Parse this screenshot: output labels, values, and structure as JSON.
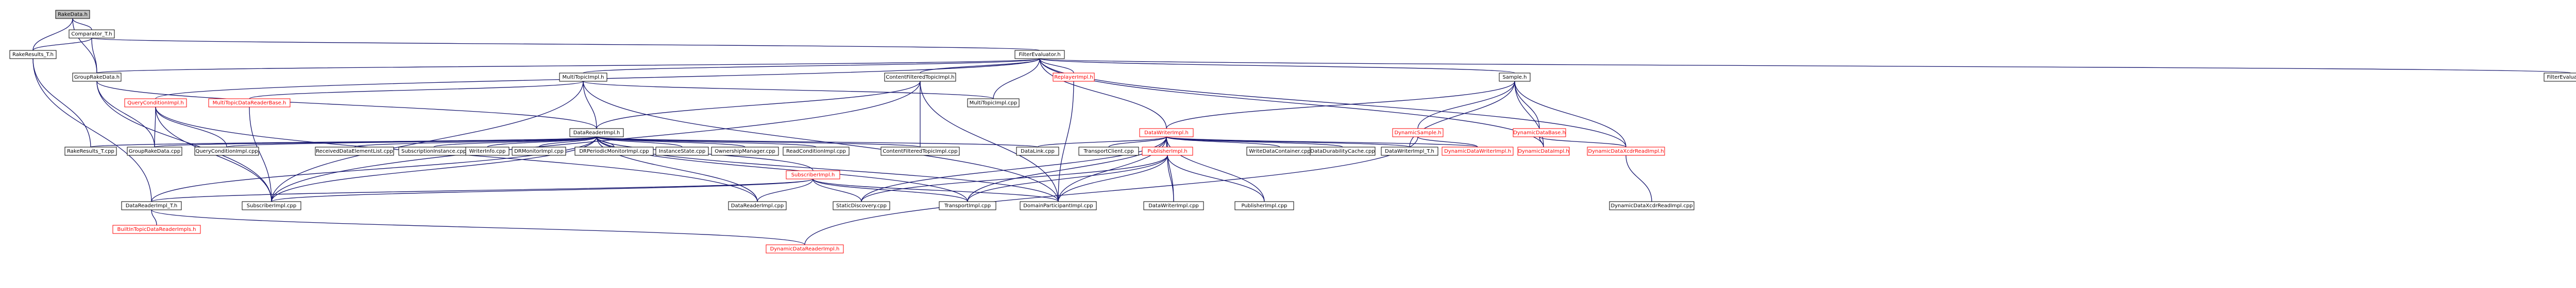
{
  "title": "RakeData.h",
  "colors": {
    "edge": "#191970",
    "node_border": "#000000",
    "node_fill": "#ffffff",
    "root_fill": "#bfbfbf",
    "not_documented": "#ff0000"
  },
  "nodes": [
    {
      "id": "rakedata_h",
      "label": "RakeData.h",
      "root": true
    },
    {
      "id": "comparator_t_h",
      "label": "Comparator_T.h"
    },
    {
      "id": "rakeresults_t_h",
      "label": "RakeResults_T.h"
    },
    {
      "id": "filterevaluator_h",
      "label": "FilterEvaluator.h"
    },
    {
      "id": "grouprakedata_h",
      "label": "GroupRakeData.h"
    },
    {
      "id": "multitopicimpl_h",
      "label": "MultiTopicImpl.h"
    },
    {
      "id": "contentfilteredtopicimpl_h",
      "label": "ContentFilteredTopicImpl.h"
    },
    {
      "id": "replayerimpl_h",
      "label": "ReplayerImpl.h",
      "red": true
    },
    {
      "id": "sample_h",
      "label": "Sample.h"
    },
    {
      "id": "filterevaluator_cpp",
      "label": "FilterEvaluator.cpp"
    },
    {
      "id": "queryconditionimpl_h",
      "label": "QueryConditionImpl.h",
      "red": true
    },
    {
      "id": "multitopicdatareaderbase_h",
      "label": "MultiTopicDataReaderBase.h",
      "red": true
    },
    {
      "id": "datareaderimpl_h",
      "label": "DataReaderImpl.h"
    },
    {
      "id": "multitopicimpl_cpp",
      "label": "MultiTopicImpl.cpp"
    },
    {
      "id": "datawriterimpl_h",
      "label": "DataWriterImpl.h",
      "red": true
    },
    {
      "id": "dynamicsample_h",
      "label": "DynamicSample.h",
      "red": true
    },
    {
      "id": "dynamicdatabase_h",
      "label": "DynamicDataBase.h",
      "red": true
    },
    {
      "id": "rakeresults_t_cpp",
      "label": "RakeResults_T.cpp"
    },
    {
      "id": "grouprakedata_cpp",
      "label": "GroupRakeData.cpp"
    },
    {
      "id": "queryconditionimpl_cpp",
      "label": "QueryConditionImpl.cpp"
    },
    {
      "id": "receivedddataelementlist_cpp",
      "label": "ReceivedDataElementList.cpp"
    },
    {
      "id": "subscriptioninstance_cpp",
      "label": "SubscriptionInstance.cpp"
    },
    {
      "id": "writerinfo_cpp",
      "label": "WriterInfo.cpp"
    },
    {
      "id": "drmonitorimpl_cpp",
      "label": "DRMonitorImpl.cpp"
    },
    {
      "id": "drperiodicmonitorimpl_cpp",
      "label": "DRPeriodicMonitorImpl.cpp"
    },
    {
      "id": "instancestate_cpp",
      "label": "InstanceState.cpp"
    },
    {
      "id": "ownershipmanager_cpp",
      "label": "OwnershipManager.cpp"
    },
    {
      "id": "readconditionimpl_cpp",
      "label": "ReadConditionImpl.cpp"
    },
    {
      "id": "contentfilteredtopicimpl_cpp",
      "label": "ContentFilteredTopicImpl.cpp"
    },
    {
      "id": "datalink_cpp",
      "label": "DataLink.cpp"
    },
    {
      "id": "transportclient_cpp",
      "label": "TransportClient.cpp"
    },
    {
      "id": "publisherimpl_h",
      "label": "PublisherImpl.h",
      "red": true
    },
    {
      "id": "writedatacontainer_cpp",
      "label": "WriteDataContainer.cpp"
    },
    {
      "id": "datadurabilitycache_cpp",
      "label": "DataDurabilityCache.cpp"
    },
    {
      "id": "datawriterimpl_t_h",
      "label": "DataWriterImpl_T.h"
    },
    {
      "id": "dynamicdatawriterimpl_h",
      "label": "DynamicDataWriterImpl.h",
      "red": true
    },
    {
      "id": "dynamicdataimpl_h",
      "label": "DynamicDataImpl.h",
      "red": true
    },
    {
      "id": "dynamicdataxcdrreadimpl_h",
      "label": "DynamicDataXcdrReadImpl.h",
      "red": true
    },
    {
      "id": "subscriberimpl_h",
      "label": "SubscriberImpl.h",
      "red": true
    },
    {
      "id": "datareaderimpl_t_h",
      "label": "DataReaderImpl_T.h"
    },
    {
      "id": "subscriberimpl_cpp",
      "label": "SubscriberImpl.cpp"
    },
    {
      "id": "datareaderimpl_cpp",
      "label": "DataReaderImpl.cpp"
    },
    {
      "id": "staticdiscovery_cpp",
      "label": "StaticDiscovery.cpp"
    },
    {
      "id": "transportimpl_cpp",
      "label": "TransportImpl.cpp"
    },
    {
      "id": "domainparticipantimpl_cpp",
      "label": "DomainParticipantImpl.cpp"
    },
    {
      "id": "datawriterimpl_cpp",
      "label": "DataWriterImpl.cpp"
    },
    {
      "id": "publisherimpl_cpp",
      "label": "PublisherImpl.cpp"
    },
    {
      "id": "dynamicdataxcdrreadimpl_cpp",
      "label": "DynamicDataXcdrReadImpl.cpp"
    },
    {
      "id": "builtintopicdatareaderimpls_h",
      "label": "BuiltInTopicDataReaderImpls.h",
      "red": true
    },
    {
      "id": "dynamicdatareaderimpl_h",
      "label": "DynamicDataReaderImpl.h",
      "red": true
    }
  ],
  "edges": [
    [
      "rakedata_h",
      "comparator_t_h"
    ],
    [
      "rakedata_h",
      "rakeresults_t_h"
    ],
    [
      "rakedata_h",
      "grouprakedata_h"
    ],
    [
      "comparator_t_h",
      "rakeresults_t_h"
    ],
    [
      "comparator_t_h",
      "grouprakedata_h"
    ],
    [
      "comparator_t_h",
      "filterevaluator_h"
    ],
    [
      "rakeresults_t_h",
      "rakeresults_t_cpp"
    ],
    [
      "rakeresults_t_h",
      "datareaderimpl_t_h"
    ],
    [
      "grouprakedata_h",
      "grouprakedata_cpp"
    ],
    [
      "grouprakedata_h",
      "subscriberimpl_cpp"
    ],
    [
      "grouprakedata_h",
      "datareaderimpl_h"
    ],
    [
      "filterevaluator_h",
      "grouprakedata_h"
    ],
    [
      "filterevaluator_h",
      "multitopicimpl_h"
    ],
    [
      "filterevaluator_h",
      "contentfilteredtopicimpl_h"
    ],
    [
      "filterevaluator_h",
      "replayerimpl_h"
    ],
    [
      "filterevaluator_h",
      "sample_h"
    ],
    [
      "filterevaluator_h",
      "filterevaluator_cpp"
    ],
    [
      "filterevaluator_h",
      "queryconditionimpl_h"
    ],
    [
      "filterevaluator_h",
      "datawriterimpl_h"
    ],
    [
      "filterevaluator_h",
      "multitopicimpl_cpp"
    ],
    [
      "filterevaluator_h",
      "dynamicdataimpl_h"
    ],
    [
      "filterevaluator_h",
      "dynamicdataxcdrreadimpl_h"
    ],
    [
      "multitopicimpl_h",
      "multitopicdatareaderbase_h"
    ],
    [
      "multitopicimpl_h",
      "datareaderimpl_h"
    ],
    [
      "multitopicimpl_h",
      "multitopicimpl_cpp"
    ],
    [
      "multitopicimpl_h",
      "domainparticipantimpl_cpp"
    ],
    [
      "multitopicimpl_h",
      "subscriberimpl_cpp"
    ],
    [
      "contentfilteredtopicimpl_h",
      "datareaderimpl_h"
    ],
    [
      "contentfilteredtopicimpl_h",
      "contentfilteredtopicimpl_cpp"
    ],
    [
      "contentfilteredtopicimpl_h",
      "domainparticipantimpl_cpp"
    ],
    [
      "contentfilteredtopicimpl_h",
      "subscriberimpl_cpp"
    ],
    [
      "replayerimpl_h",
      "domainparticipantimpl_cpp"
    ],
    [
      "sample_h",
      "datawriterimpl_h"
    ],
    [
      "sample_h",
      "dynamicsample_h"
    ],
    [
      "sample_h",
      "dynamicdatabase_h"
    ],
    [
      "sample_h",
      "dynamicdataimpl_h"
    ],
    [
      "sample_h",
      "dynamicdataxcdrreadimpl_h"
    ],
    [
      "sample_h",
      "datawriterimpl_t_h"
    ],
    [
      "queryconditionimpl_h",
      "queryconditionimpl_cpp"
    ],
    [
      "queryconditionimpl_h",
      "grouprakedata_cpp"
    ],
    [
      "queryconditionimpl_h",
      "datareaderimpl_cpp"
    ],
    [
      "queryconditionimpl_h",
      "subscriberimpl_cpp"
    ],
    [
      "multitopicdatareaderbase_h",
      "subscriberimpl_cpp"
    ],
    [
      "datareaderimpl_h",
      "rakeresults_t_cpp"
    ],
    [
      "datareaderimpl_h",
      "grouprakedata_cpp"
    ],
    [
      "datareaderimpl_h",
      "queryconditionimpl_cpp"
    ],
    [
      "datareaderimpl_h",
      "receivedddataelementlist_cpp"
    ],
    [
      "datareaderimpl_h",
      "subscriptioninstance_cpp"
    ],
    [
      "datareaderimpl_h",
      "writerinfo_cpp"
    ],
    [
      "datareaderimpl_h",
      "drmonitorimpl_cpp"
    ],
    [
      "datareaderimpl_h",
      "drperiodicmonitorimpl_cpp"
    ],
    [
      "datareaderimpl_h",
      "instancestate_cpp"
    ],
    [
      "datareaderimpl_h",
      "ownershipmanager_cpp"
    ],
    [
      "datareaderimpl_h",
      "readconditionimpl_cpp"
    ],
    [
      "datareaderimpl_h",
      "contentfilteredtopicimpl_cpp"
    ],
    [
      "datareaderimpl_h",
      "datalink_cpp"
    ],
    [
      "datareaderimpl_h",
      "subscriberimpl_h"
    ],
    [
      "datareaderimpl_h",
      "datareaderimpl_t_h"
    ],
    [
      "datareaderimpl_h",
      "subscriberimpl_cpp"
    ],
    [
      "datareaderimpl_h",
      "datareaderimpl_cpp"
    ],
    [
      "datareaderimpl_h",
      "transportimpl_cpp"
    ],
    [
      "datareaderimpl_h",
      "domainparticipantimpl_cpp"
    ],
    [
      "datawriterimpl_h",
      "transportclient_cpp"
    ],
    [
      "datawriterimpl_h",
      "publisherimpl_h"
    ],
    [
      "datawriterimpl_h",
      "writedatacontainer_cpp"
    ],
    [
      "datawriterimpl_h",
      "datadurabilitycache_cpp"
    ],
    [
      "datawriterimpl_h",
      "datawriterimpl_t_h"
    ],
    [
      "datawriterimpl_h",
      "dynamicdatawriterimpl_h"
    ],
    [
      "datawriterimpl_h",
      "staticdiscovery_cpp"
    ],
    [
      "datawriterimpl_h",
      "transportimpl_cpp"
    ],
    [
      "datawriterimpl_h",
      "domainparticipantimpl_cpp"
    ],
    [
      "datawriterimpl_h",
      "datawriterimpl_cpp"
    ],
    [
      "datawriterimpl_h",
      "publisherimpl_cpp"
    ],
    [
      "datawriterimpl_h",
      "datalink_cpp"
    ],
    [
      "dynamicsample_h",
      "dynamicdatawriterimpl_h"
    ],
    [
      "dynamicsample_h",
      "dynamicdatareaderimpl_h"
    ],
    [
      "dynamicdatabase_h",
      "dynamicdataimpl_h"
    ],
    [
      "dynamicdatabase_h",
      "dynamicdataxcdrreadimpl_h"
    ],
    [
      "dynamicdataxcdrreadimpl_h",
      "dynamicdataxcdrreadimpl_cpp"
    ],
    [
      "publisherimpl_h",
      "datawriterimpl_cpp"
    ],
    [
      "publisherimpl_h",
      "publisherimpl_cpp"
    ],
    [
      "publisherimpl_h",
      "transportimpl_cpp"
    ],
    [
      "publisherimpl_h",
      "domainparticipantimpl_cpp"
    ],
    [
      "publisherimpl_h",
      "staticdiscovery_cpp"
    ],
    [
      "subscriberimpl_h",
      "subscriberimpl_cpp"
    ],
    [
      "subscriberimpl_h",
      "datareaderimpl_cpp"
    ],
    [
      "subscriberimpl_h",
      "staticdiscovery_cpp"
    ],
    [
      "subscriberimpl_h",
      "transportimpl_cpp"
    ],
    [
      "subscriberimpl_h",
      "domainparticipantimpl_cpp"
    ],
    [
      "subscriberimpl_h",
      "datareaderimpl_t_h"
    ],
    [
      "datareaderimpl_t_h",
      "builtintopicdatareaderimpls_h"
    ],
    [
      "datareaderimpl_t_h",
      "dynamicdatareaderimpl_h"
    ]
  ]
}
